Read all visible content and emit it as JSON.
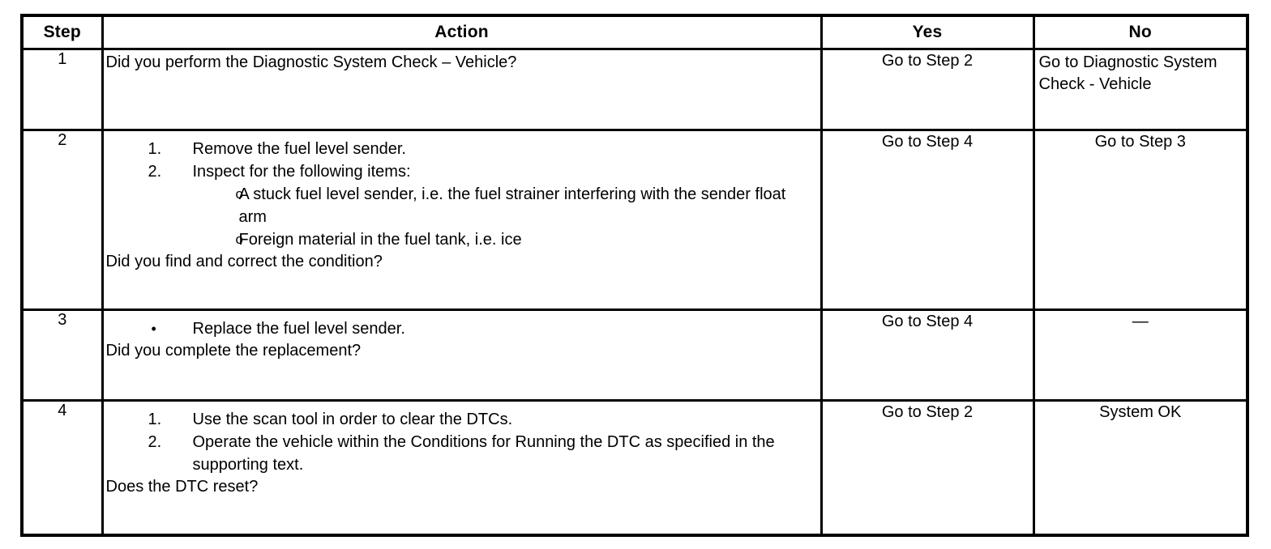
{
  "document": {
    "type": "diagnostic-procedure-table"
  },
  "table": {
    "headers": {
      "step": "Step",
      "action": "Action",
      "yes": "Yes",
      "no": "No"
    },
    "rows": [
      {
        "step": "1",
        "lead": "Did you perform the Diagnostic System Check – Vehicle?",
        "yes": "Go to Step 2",
        "no": "Go to Diagnostic System Check - Vehicle",
        "no_align": "topleft"
      },
      {
        "step": "2",
        "items": [
          {
            "marker": "1.",
            "text": "Remove the fuel level sender."
          },
          {
            "marker": "2.",
            "text": "Inspect for the following items:",
            "sub": [
              {
                "marker": "o",
                "text": "A stuck fuel level sender, i.e. the fuel strainer interfering with the sender float arm"
              },
              {
                "marker": "o",
                "text": "Foreign material in the fuel tank, i.e. ice"
              }
            ]
          }
        ],
        "question": "Did you find and correct the condition?",
        "yes": "Go to Step 4",
        "no": "Go to Step 3"
      },
      {
        "step": "3",
        "bullets": [
          {
            "marker": "•",
            "text": "Replace the fuel level sender."
          }
        ],
        "question": "Did you complete the replacement?",
        "yes": "Go to Step 4",
        "no": "—"
      },
      {
        "step": "4",
        "items": [
          {
            "marker": "1.",
            "text": "Use the scan tool in order to clear the DTCs."
          },
          {
            "marker": "2.",
            "text": "Operate the vehicle within the Conditions for Running the DTC as specified in the supporting text."
          }
        ],
        "question": "Does the DTC reset?",
        "yes": "Go to Step 2",
        "no": "System OK"
      }
    ]
  },
  "colors": {
    "border": "#000000",
    "text": "#000000",
    "background": "#ffffff"
  }
}
